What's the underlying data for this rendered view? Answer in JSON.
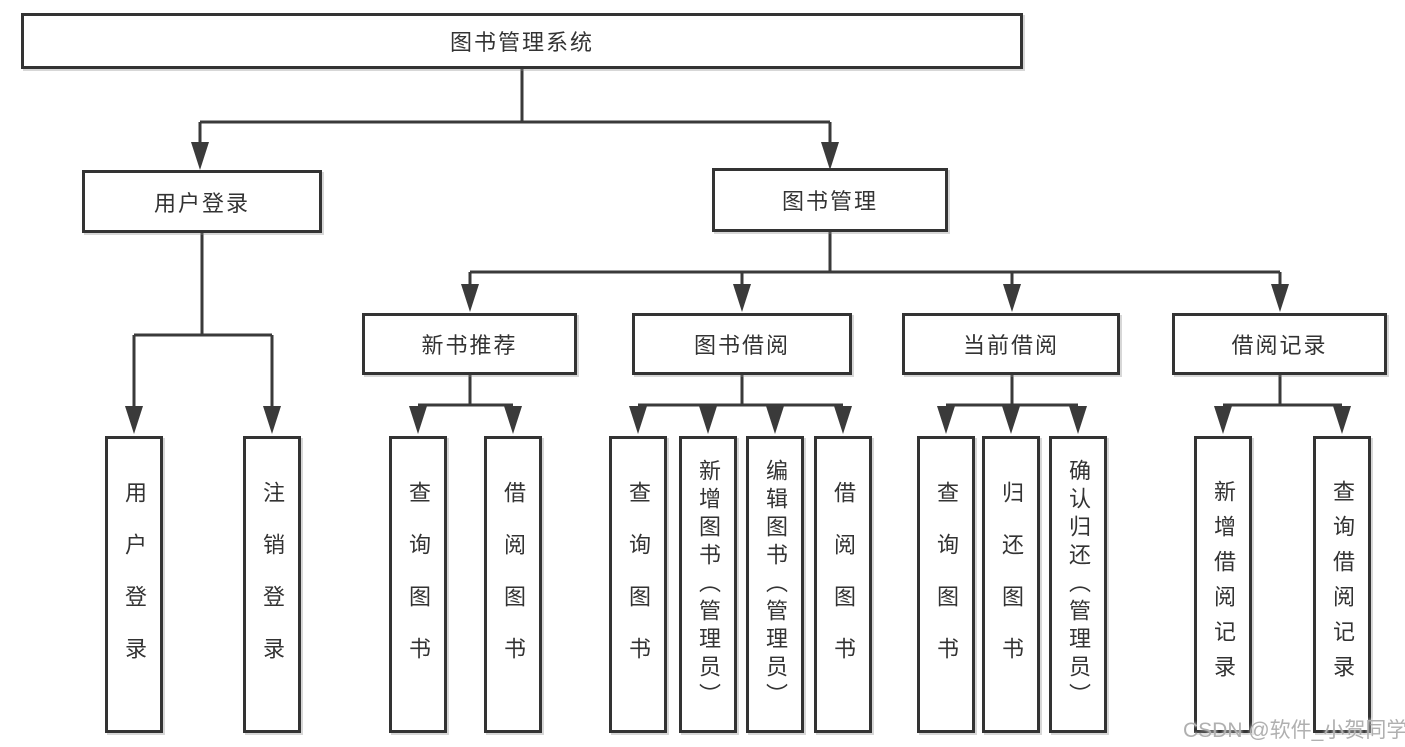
{
  "title": "图书管理系统",
  "tree": {
    "label": "图书管理系统",
    "children": [
      {
        "label": "用户登录",
        "children": [
          {
            "label": "用户登录"
          },
          {
            "label": "注销登录"
          }
        ]
      },
      {
        "label": "图书管理",
        "children": [
          {
            "label": "新书推荐",
            "children": [
              {
                "label": "查询图书"
              },
              {
                "label": "借阅图书"
              }
            ]
          },
          {
            "label": "图书借阅",
            "children": [
              {
                "label": "查询图书"
              },
              {
                "label": "新增图书（管理员）"
              },
              {
                "label": "编辑图书（管理员）"
              },
              {
                "label": "借阅图书"
              }
            ]
          },
          {
            "label": "当前借阅",
            "children": [
              {
                "label": "查询图书"
              },
              {
                "label": "归还图书"
              },
              {
                "label": "确认归还（管理员）"
              }
            ]
          },
          {
            "label": "借阅记录",
            "children": [
              {
                "label": "新增借阅记录"
              },
              {
                "label": "查询借阅记录"
              }
            ]
          }
        ]
      }
    ]
  },
  "watermark": "CSDN @软件_小贺同学",
  "colors": {
    "line": "#3a3a3a",
    "box_border": "#333333",
    "text": "#333333",
    "background": "#ffffff",
    "watermark": "#b0b0b0"
  }
}
